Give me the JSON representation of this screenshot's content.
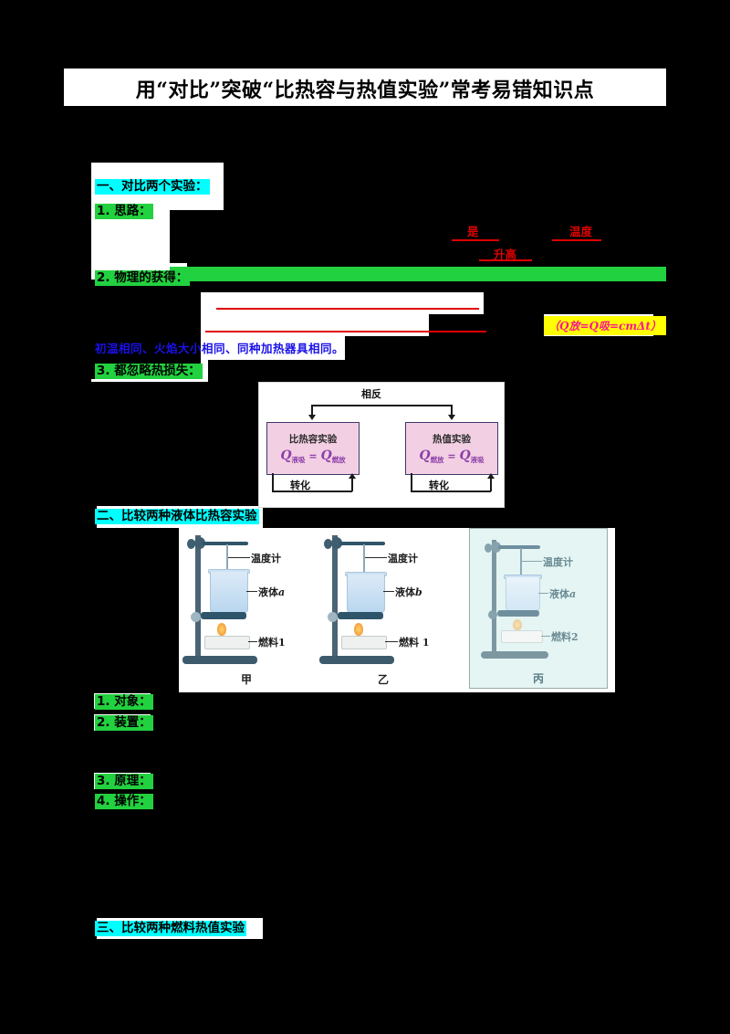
{
  "document": {
    "title": "用“对比”突破“比热容与热值实验”常考易错知识点"
  },
  "sections": [
    {
      "id": "sec1",
      "label": "一、对比两个实验：",
      "highlight": "#00ffff"
    },
    {
      "id": "sec2",
      "label": "二、比较两种液体比热容实验",
      "highlight": "#00ffff"
    },
    {
      "id": "sec3",
      "label": "三、比较两种燃料热值实验",
      "highlight": "#00ffff"
    }
  ],
  "subheads": [
    {
      "id": "s1-1",
      "label": "1. 思路：",
      "highlight": "#22d13f"
    },
    {
      "id": "s1-2",
      "label": "2. 物理的获得：",
      "highlight": "#22d13f"
    },
    {
      "id": "s1-3",
      "label": "3. 都忽略热损失：",
      "highlight": "#22d13f"
    },
    {
      "id": "s2-1",
      "label": "1. 对象：",
      "highlight": "#22d13f"
    },
    {
      "id": "s2-2",
      "label": "2. 装置：",
      "highlight": "#22d13f"
    },
    {
      "id": "s2-3",
      "label": "3. 原理：",
      "highlight": "#22d13f"
    },
    {
      "id": "s2-4",
      "label": "4. 操作：",
      "highlight": "#22d13f"
    }
  ],
  "formula_chip": {
    "text": "（Q放=Q吸=cmΔt）",
    "q_symbol": "Q",
    "sub_release": "放",
    "sub_absorb": "吸",
    "tail": "=cmΔt",
    "background": "#ffff00",
    "color": "#ff1493"
  },
  "flow_diagram": {
    "top_label": "相反",
    "left_box": {
      "title": "比热容实验",
      "q_left": "Q",
      "q_left_sub": "液吸",
      "equals": "=",
      "q_right": "Q",
      "q_right_sub": "燃放",
      "bottom_label": "转化"
    },
    "right_box": {
      "title": "热值实验",
      "q_left": "Q",
      "q_left_sub": "燃放",
      "equals": "=",
      "q_right": "Q",
      "q_right_sub": "液吸",
      "bottom_label": "转化"
    },
    "box_fill": "#f3cfe3",
    "text_color": "#8b3fa8"
  },
  "apparatus": [
    {
      "caption": "甲",
      "labels": {
        "thermometer": "温度计",
        "liquid": "液体",
        "liquid_italic": "a",
        "fuel": "燃料1"
      },
      "highlighted": false
    },
    {
      "caption": "乙",
      "labels": {
        "thermometer": "温度计",
        "liquid": "液体",
        "liquid_italic": "b",
        "fuel": "燃料 1"
      },
      "highlighted": false
    },
    {
      "caption": "丙",
      "labels": {
        "thermometer": "温度计",
        "liquid": "液体",
        "liquid_italic": "a",
        "fuel": "燃料2"
      },
      "highlighted": true
    }
  ],
  "obscured_text": {
    "note": "页面正文被黑色遮盖",
    "red_fragments": [
      "是",
      "温度",
      "升高"
    ],
    "blue_fragment": "初温相同、火焰大小相同、同种加热器具相同。"
  }
}
